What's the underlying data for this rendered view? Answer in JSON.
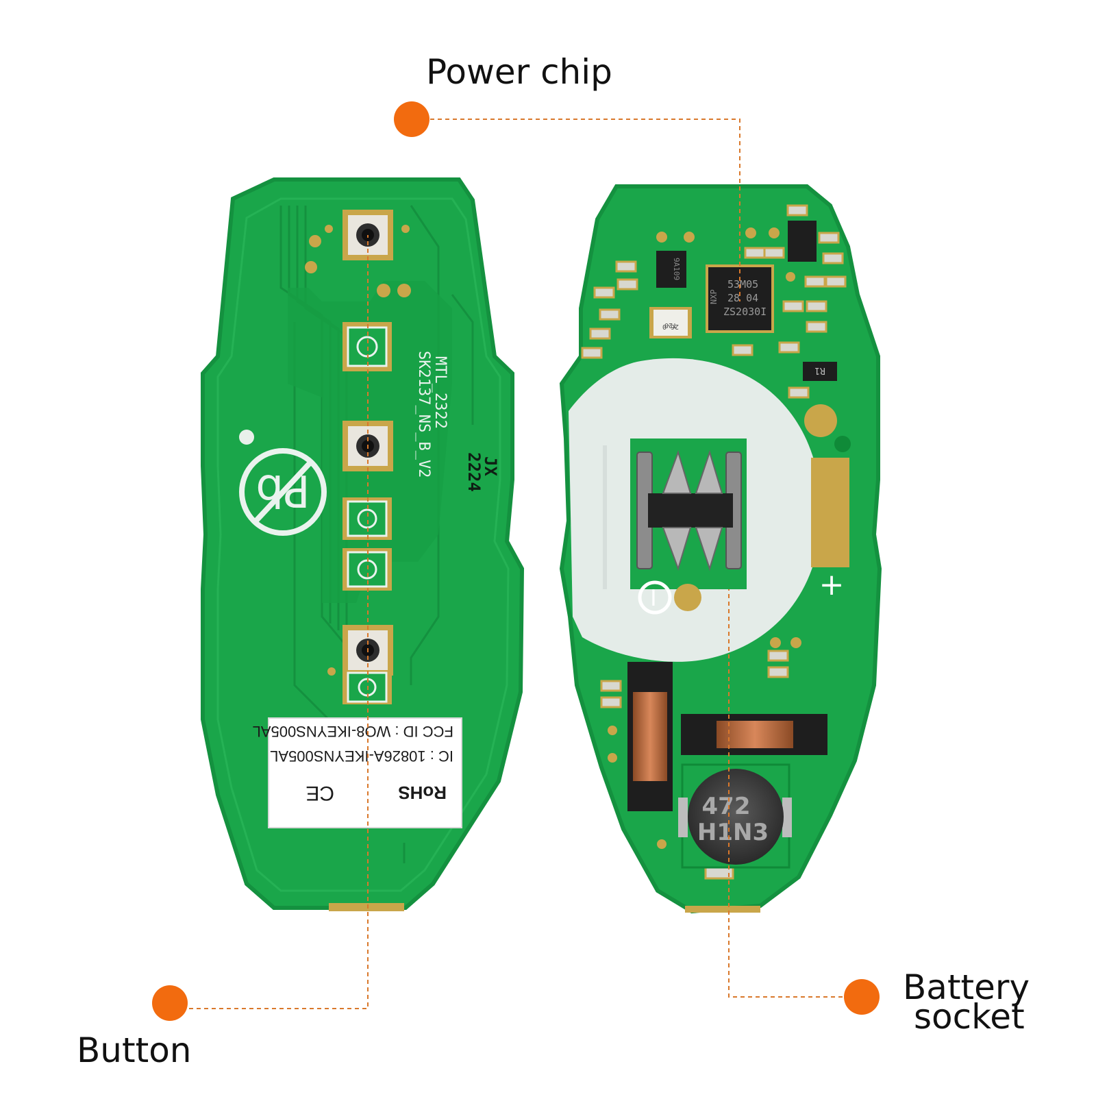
{
  "callouts": {
    "power_chip": "Power chip",
    "button": "Button",
    "battery_line1": "Battery",
    "battery_line2": "socket"
  },
  "board_left": {
    "model_line1": "MTL_2322",
    "model_line2": "SK2137_NS_B_V2",
    "code_line1": "JX",
    "code_line2": "2224",
    "label_marks": "RoHS",
    "label_ce": "CE",
    "label_ic": "IC :  10826A-IKEYNS005AL",
    "label_fcc": "FCC ID : WO8-IKEYNS005AL",
    "pb_symbol": "Pb"
  },
  "board_right": {
    "chip_line1": "53M05",
    "chip_line2": "28 04",
    "chip_line3": "ZS2030I",
    "chip_brand": "NXP",
    "inductor_line1": "472",
    "inductor_line2": "H1N3",
    "crystal_line1": "26.0",
    "crystal_line2": "T20",
    "small_chip": "9A109",
    "r_mark": "R1",
    "plus_mark": "+",
    "minus_mark": "−"
  },
  "colors": {
    "pcb": "#1aa64a",
    "pcb_dark": "#12873a",
    "pcb_edge": "#17994a",
    "callout_dot": "#f26b0f",
    "leader": "#d9782b",
    "pad_gold": "#c9a64a",
    "silk": "#eaf3ee"
  }
}
